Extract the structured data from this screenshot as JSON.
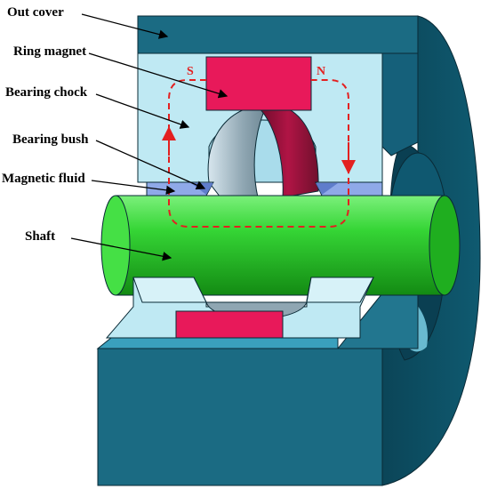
{
  "labels": {
    "out_cover": "Out cover",
    "ring_magnet": "Ring magnet",
    "bearing_chock": "Bearing chock",
    "bearing_bush": "Bearing bush",
    "magnetic_fluid": "Magnetic fluid",
    "shaft": "Shaft"
  },
  "poles": {
    "south": "S",
    "north": "N"
  },
  "colors": {
    "out_cover": "#1b6b83",
    "out_cover_dark": "#0d4b5e",
    "bearing_chock": "#bfe9f3",
    "ring_magnet": "#e8195a",
    "shaft": "#2ed12e",
    "bearing_bush": "#8fa9e8",
    "flux_path": "#e32020",
    "leader_line": "#000000"
  }
}
